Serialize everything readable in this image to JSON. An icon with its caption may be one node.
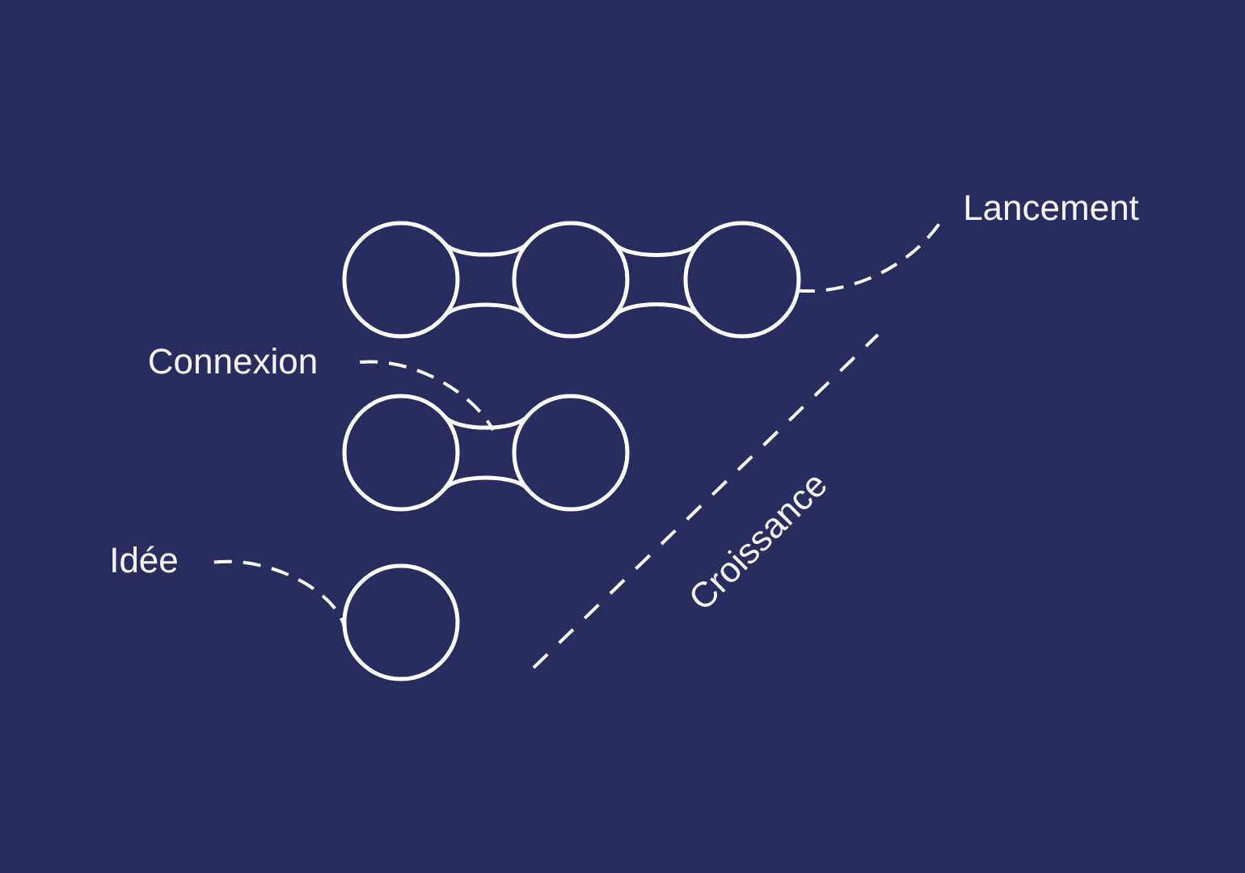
{
  "diagram": {
    "nodes": [
      {
        "text": [
          "Lancement"
        ]
      },
      {
        "text": [],
        "shape": "circle"
      },
      {
        "text": [],
        "shape": "circle"
      },
      {
        "text": [],
        "shape": "circle"
      },
      {
        "text": [
          "Connexion"
        ]
      },
      {
        "text": [],
        "shape": "circle"
      },
      {
        "text": [],
        "shape": "circle"
      },
      {
        "text": [
          "Idée"
        ]
      },
      {
        "text": [],
        "shape": "circle"
      }
    ],
    "edges": [
      {
        "from": 1,
        "to": 2,
        "arrow": "none"
      },
      {
        "from": 2,
        "to": 3,
        "arrow": "none"
      },
      {
        "from": 5,
        "to": 6,
        "arrow": "none"
      },
      {
        "from": 0,
        "to": 3,
        "arrow": "none",
        "style": "dashed"
      },
      {
        "from": 4,
        "to": null,
        "arrow": "none",
        "style": "dashed"
      },
      {
        "from": 7,
        "to": 8,
        "arrow": "none",
        "style": "dashed"
      }
    ],
    "labels": [
      "Croissance"
    ]
  }
}
